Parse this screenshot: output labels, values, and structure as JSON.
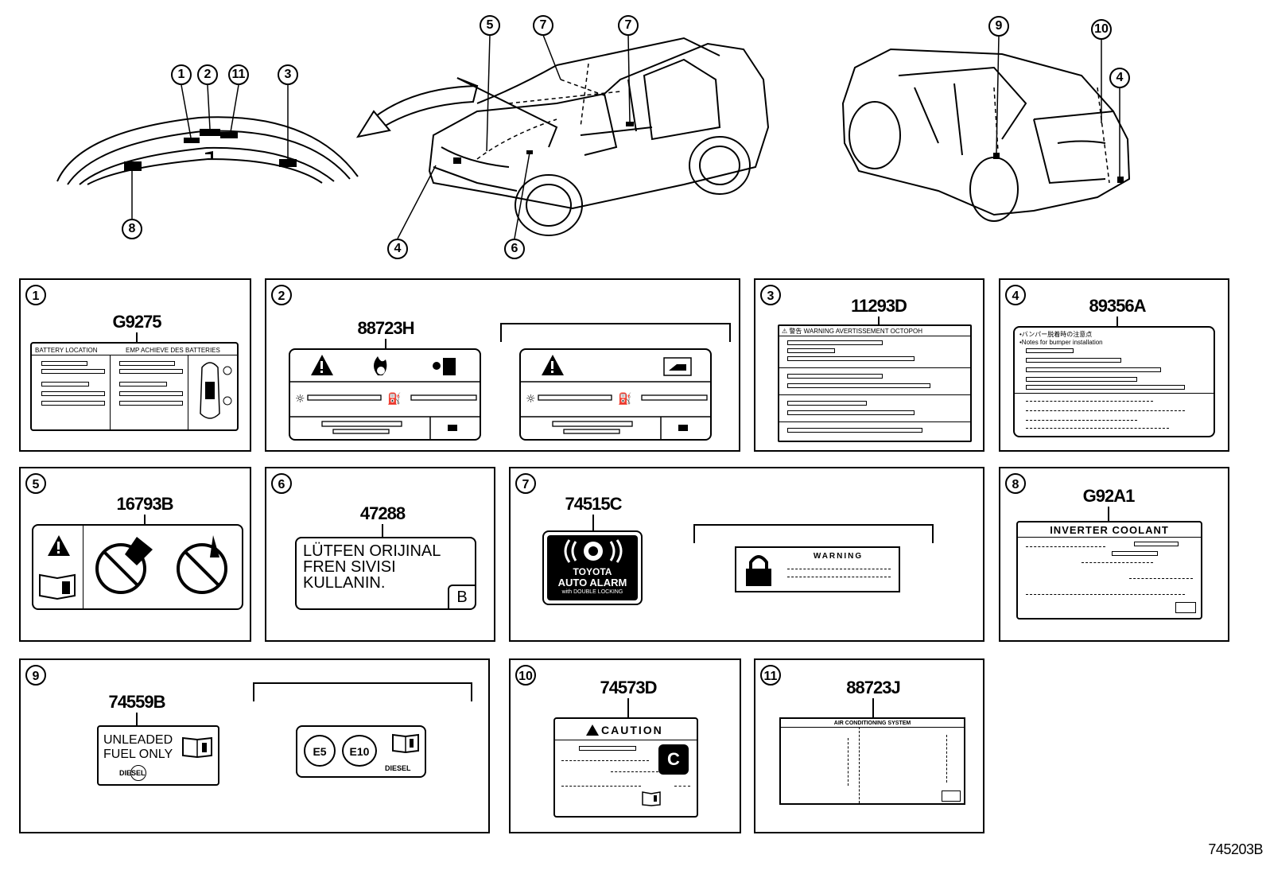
{
  "diagram_id": "745203B",
  "callouts": [
    "1",
    "2",
    "11",
    "3",
    "8",
    "5",
    "7",
    "7",
    "4",
    "6",
    "9",
    "10",
    "4"
  ],
  "panels": [
    {
      "num": "1",
      "code": "G9275",
      "header_left": "BATTERY LOCATION",
      "header_right": "EMP ACHIEVE DES BATTERIES"
    },
    {
      "num": "2",
      "code": "88723H"
    },
    {
      "num": "3",
      "code": "11293D",
      "header": "⚠ 警告 WARNING AVERTISSEMENT OCTOPOH"
    },
    {
      "num": "4",
      "code": "89356A",
      "line1": "•バンパー脱着時の注意点",
      "line2": "•Notes for bumper installation"
    },
    {
      "num": "5",
      "code": "16793B"
    },
    {
      "num": "6",
      "code": "47288",
      "lines": [
        "LÜTFEN ORIJINAL",
        "FREN SIVISI",
        "KULLANIN."
      ],
      "badge": "B"
    },
    {
      "num": "7",
      "code": "74515C",
      "brand": "TOYOTA",
      "alarm": "AUTO ALARM",
      "sub": "with DOUBLE LOCKING",
      "warning": "WARNING"
    },
    {
      "num": "8",
      "code": "G92A1",
      "header": "INVERTER COOLANT"
    },
    {
      "num": "9",
      "code": "74559B",
      "fuel1": "UNLEADED",
      "fuel2": "FUEL ONLY",
      "diesel": "DIESEL",
      "e5": "E5",
      "e10": "E10"
    },
    {
      "num": "10",
      "code": "74573D",
      "header": "CAUTION",
      "badge": "C"
    },
    {
      "num": "11",
      "code": "88723J",
      "header": "AIR CONDITIONING SYSTEM"
    }
  ]
}
